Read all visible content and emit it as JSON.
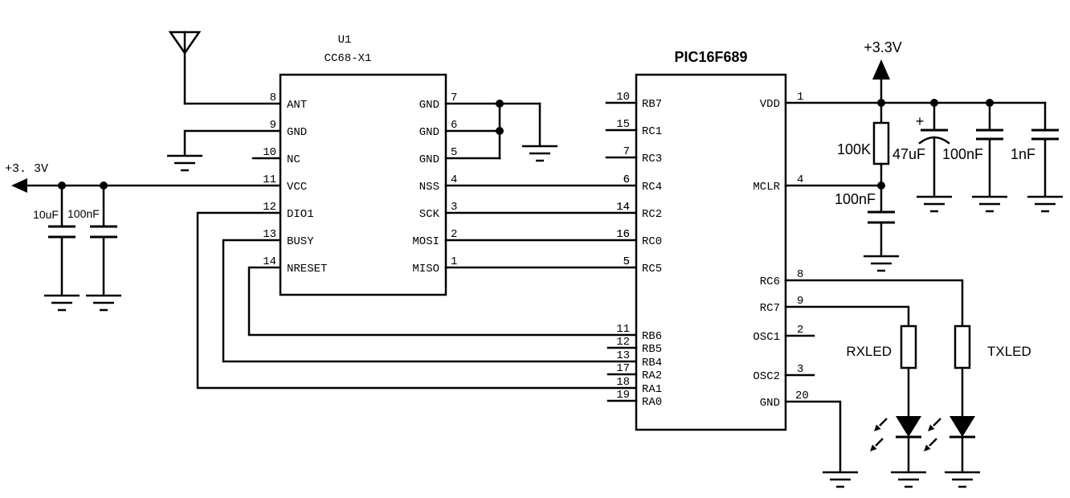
{
  "colors": {
    "ink": "#000000",
    "background": "#ffffff"
  },
  "left_power": {
    "voltage_label": "+3. 3V",
    "cap1_value": "10uF",
    "cap2_value": "100nF"
  },
  "u1": {
    "ref": "U1",
    "part": "CC68-X1",
    "pins_left": [
      {
        "num": "8",
        "name": "ANT"
      },
      {
        "num": "9",
        "name": "GND"
      },
      {
        "num": "10",
        "name": "NC"
      },
      {
        "num": "11",
        "name": "VCC"
      },
      {
        "num": "12",
        "name": "DIO1"
      },
      {
        "num": "13",
        "name": "BUSY"
      },
      {
        "num": "14",
        "name": "NRESET"
      }
    ],
    "pins_right": [
      {
        "num": "7",
        "name": "GND"
      },
      {
        "num": "6",
        "name": "GND"
      },
      {
        "num": "5",
        "name": "GND"
      },
      {
        "num": "4",
        "name": "NSS"
      },
      {
        "num": "3",
        "name": "SCK"
      },
      {
        "num": "2",
        "name": "MOSI"
      },
      {
        "num": "1",
        "name": "MISO"
      }
    ]
  },
  "u2": {
    "part": "PIC16F689",
    "pins_left": [
      {
        "num": "10",
        "name": "RB7"
      },
      {
        "num": "15",
        "name": "RC1"
      },
      {
        "num": "7",
        "name": "RC3"
      },
      {
        "num": "6",
        "name": "RC4"
      },
      {
        "num": "14",
        "name": "RC2"
      },
      {
        "num": "16",
        "name": "RC0"
      },
      {
        "num": "5",
        "name": "RC5"
      },
      {
        "num": "11",
        "name": "RB6"
      },
      {
        "num": "12",
        "name": "RB5"
      },
      {
        "num": "13",
        "name": "RB4"
      },
      {
        "num": "17",
        "name": "RA2"
      },
      {
        "num": "18",
        "name": "RA1"
      },
      {
        "num": "19",
        "name": "RA0"
      }
    ],
    "pins_right": [
      {
        "num": "1",
        "name": "VDD"
      },
      {
        "num": "4",
        "name": "MCLR"
      },
      {
        "num": "8",
        "name": "RC6"
      },
      {
        "num": "9",
        "name": "RC7"
      },
      {
        "num": "2",
        "name": "OSC1"
      },
      {
        "num": "3",
        "name": "OSC2"
      },
      {
        "num": "20",
        "name": "GND"
      }
    ]
  },
  "right_power": {
    "voltage_label": "+3.3V",
    "resistor_value": "100K",
    "mclr_cap_value": "100nF",
    "bulk_cap_value": "47uF",
    "bulk_cap_polarity": "+",
    "decoupling_cap_value": "100nF",
    "filter_cap_value": "1nF"
  },
  "leds": {
    "rx_label": "RXLED",
    "tx_label": "TXLED"
  }
}
